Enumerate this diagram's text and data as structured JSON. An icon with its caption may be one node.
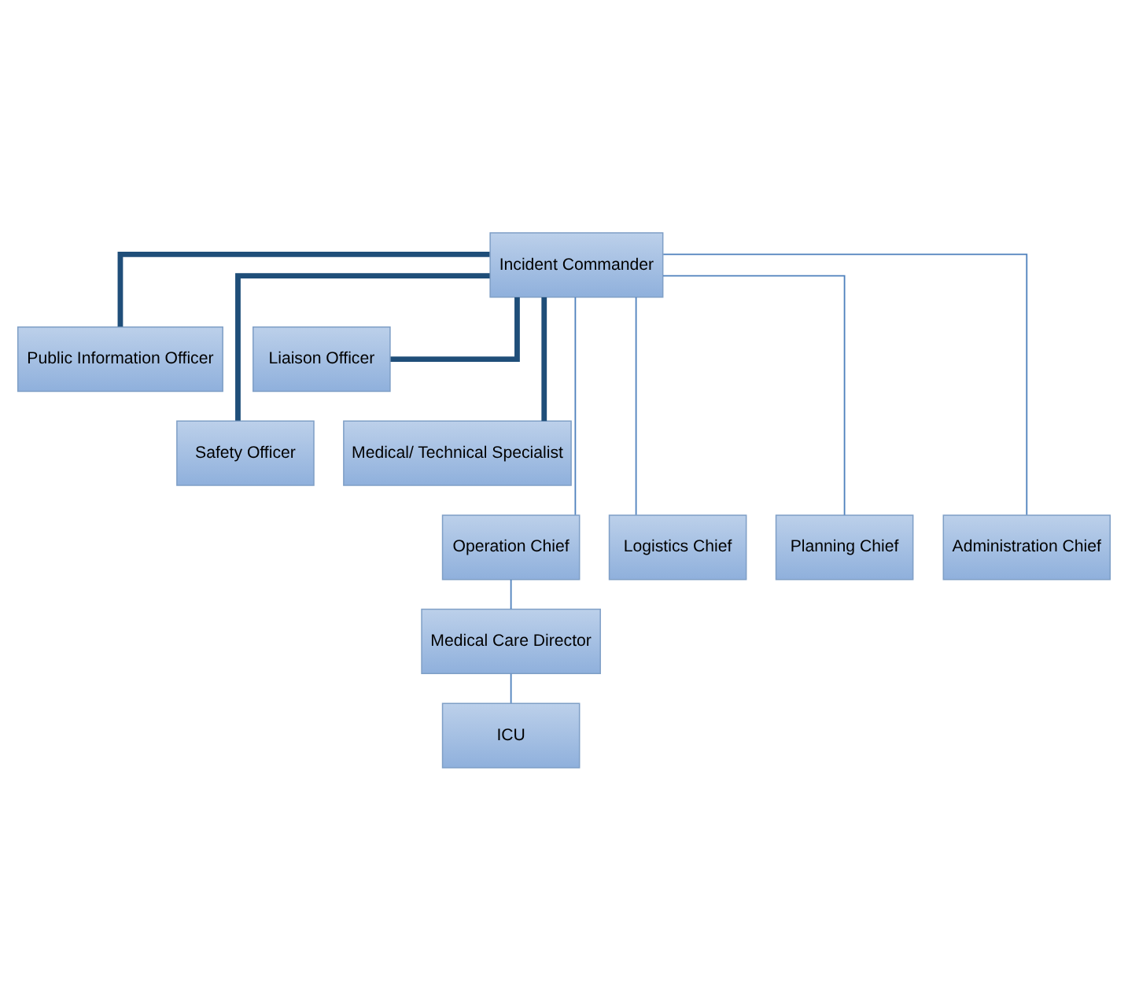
{
  "diagram": {
    "nodes": [
      {
        "text": [
          "Incident Commander"
        ]
      },
      {
        "text": [
          "Public Information Officer"
        ]
      },
      {
        "text": [
          "Liaison Officer"
        ]
      },
      {
        "text": [
          "Safety Officer"
        ]
      },
      {
        "text": [
          "Medical/ Technical Specialist"
        ]
      },
      {
        "text": [
          "Operation Chief"
        ]
      },
      {
        "text": [
          "Logistics Chief"
        ]
      },
      {
        "text": [
          "Planning Chief"
        ]
      },
      {
        "text": [
          "Administration Chief"
        ]
      },
      {
        "text": [
          "Medical Care Director"
        ]
      },
      {
        "text": [
          "ICU"
        ]
      }
    ],
    "edges": [
      {
        "from": 0,
        "to": 1,
        "arrow": "none",
        "style": "thick",
        "color": "#1f4e79"
      },
      {
        "from": 0,
        "to": 2,
        "arrow": "none",
        "style": "thick",
        "color": "#1f4e79"
      },
      {
        "from": 0,
        "to": 3,
        "arrow": "none",
        "style": "thick",
        "color": "#1f4e79"
      },
      {
        "from": 0,
        "to": 4,
        "arrow": "none",
        "style": "thick",
        "color": "#1f4e79"
      },
      {
        "from": 0,
        "to": 5,
        "arrow": "none"
      },
      {
        "from": 0,
        "to": 6,
        "arrow": "none"
      },
      {
        "from": 0,
        "to": 7,
        "arrow": "none"
      },
      {
        "from": 0,
        "to": 8,
        "arrow": "none"
      },
      {
        "from": 5,
        "to": 9,
        "arrow": "none"
      },
      {
        "from": 9,
        "to": 10,
        "arrow": "none"
      }
    ]
  }
}
